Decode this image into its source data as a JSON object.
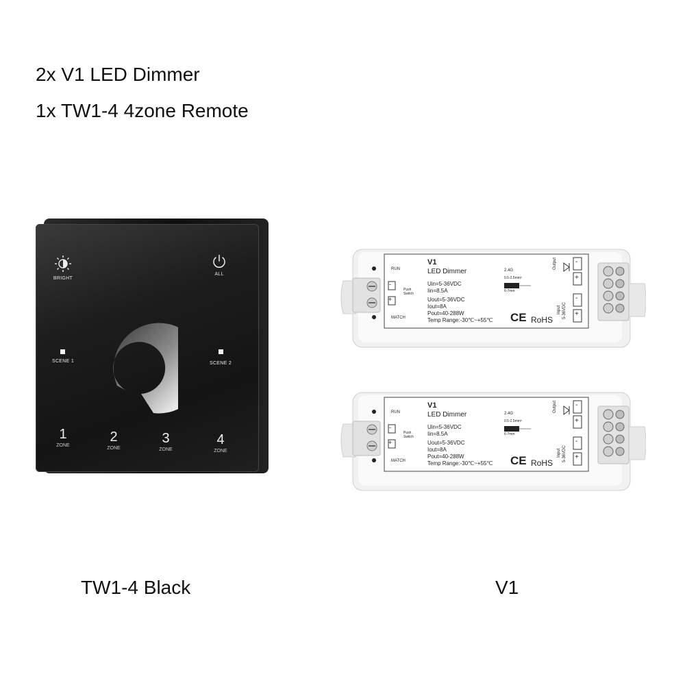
{
  "header": {
    "line1": "2x V1 LED Dimmer",
    "line2": "1x TW1-4 4zone Remote"
  },
  "captions": {
    "left": "TW1-4 Black",
    "right": "V1"
  },
  "remote": {
    "bright_label": "BRIGHT",
    "all_label": "ALL",
    "scene1_label": "SCENE 1",
    "scene2_label": "SCENE 2",
    "zones": [
      {
        "num": "1",
        "label": "ZONE"
      },
      {
        "num": "2",
        "label": "ZONE"
      },
      {
        "num": "3",
        "label": "ZONE"
      },
      {
        "num": "4",
        "label": "ZONE"
      }
    ],
    "icons": [
      "sun-brightness-icon",
      "power-icon",
      "color-wheel-ring-icon"
    ]
  },
  "module": {
    "model": "V1",
    "name": "LED Dimmer",
    "run": "RUN",
    "match": "MATCH",
    "push_switch": "Push Switch",
    "uin": "Uin=5-36VDC",
    "iin": "Iin=8.5A",
    "uout": "Uout=5-36VDC",
    "iout": "Iout=8A",
    "pout": "Pout=40-288W",
    "temp": "Temp Range:-30℃~+55℃",
    "freq": "2.4G",
    "wire": "0.5-2.5mm²",
    "strip": "6-7mm",
    "ce": "CE",
    "rohs": "RoHS",
    "output": "Output",
    "input": "Input",
    "input_v": "5-36VDC",
    "minus": "-",
    "plus": "+"
  }
}
